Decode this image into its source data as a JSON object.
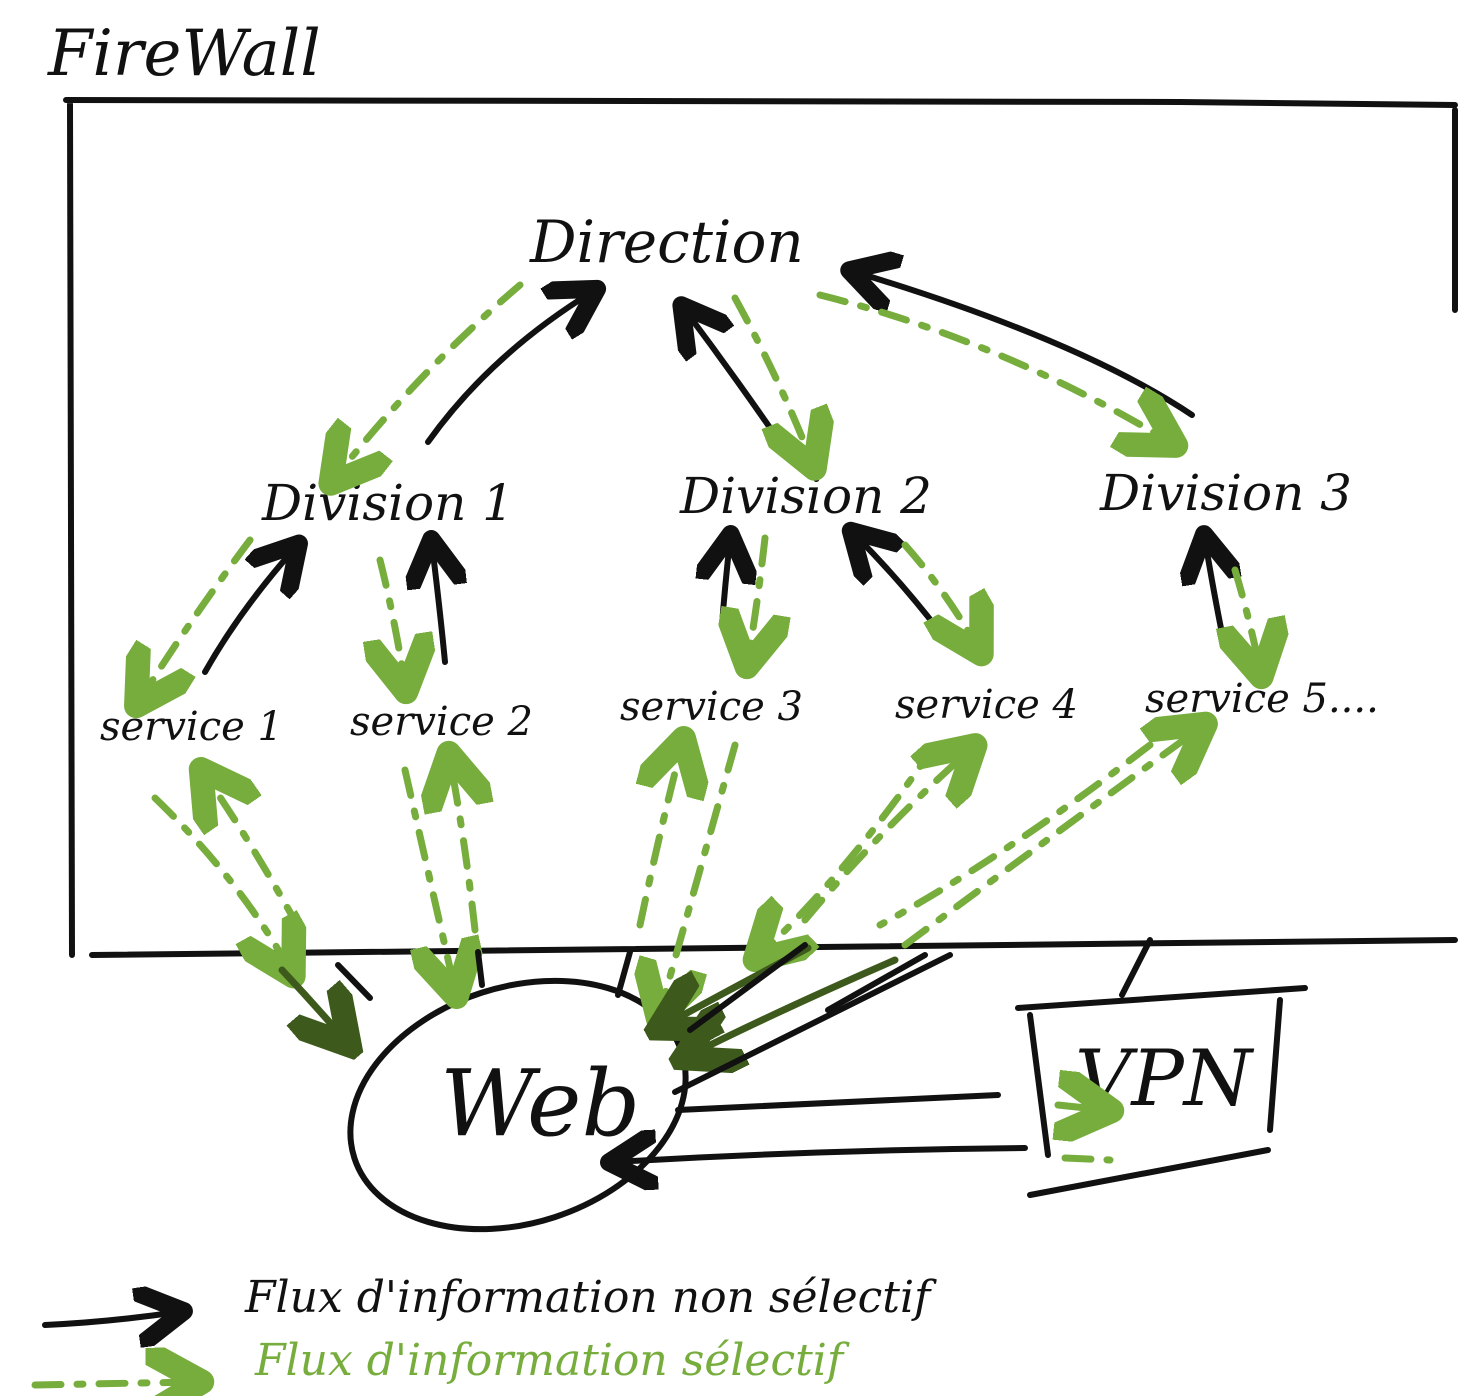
{
  "title": "FireWall",
  "nodes": {
    "direction": "Direction",
    "division_1": "Division 1",
    "division_2": "Division 2",
    "division_3": "Division 3",
    "service_1": "service 1",
    "service_2": "service 2",
    "service_3": "service 3",
    "service_4": "service 4",
    "service_5": "service 5....",
    "web": "Web",
    "vpn": "VPN"
  },
  "legend": {
    "non_selective": "Flux d'information non sélectif",
    "selective": "Flux d'information sélectif"
  },
  "colors": {
    "non_selective": "#111111",
    "selective": "#76ad3c",
    "selective_dark": "#3d5a1c"
  }
}
